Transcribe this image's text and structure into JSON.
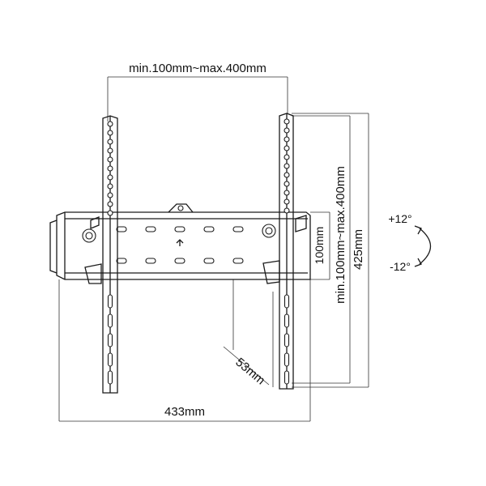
{
  "dimensions": {
    "horizontal_spacing": "min.100mm~max.400mm",
    "vertical_spacing": "min.100mm~max.400mm",
    "bracket_height": "100mm",
    "overall_height": "425mm",
    "overall_width": "433mm",
    "wall_depth": "53mm"
  },
  "tilt": {
    "up": "+12°",
    "down": "-12°"
  }
}
